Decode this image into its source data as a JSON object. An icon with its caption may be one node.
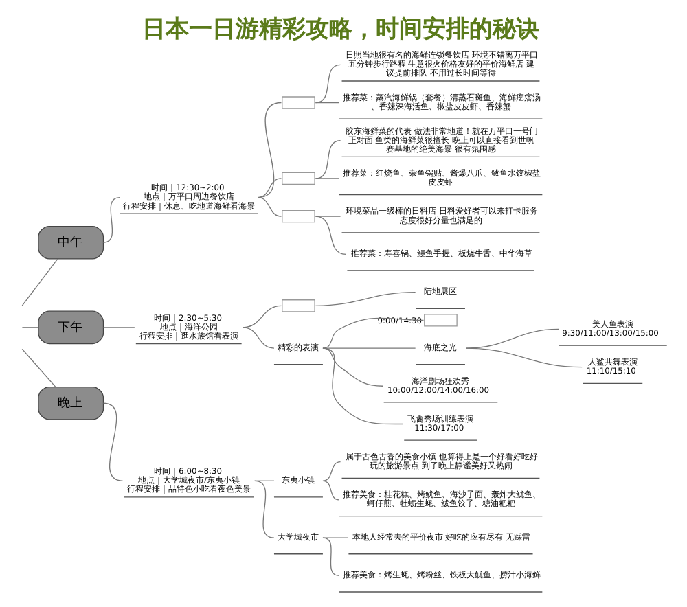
{
  "diagram": {
    "title": "日本一日游精彩攻略，时间安排的秘诀",
    "nodes": [
      {
        "text": [
          "中午"
        ]
      },
      {
        "text": [
          "时间｜12:30~2:00",
          "地点｜万平口周边餐饮店",
          "行程安排｜休息、吃地道海鲜看海景"
        ]
      },
      {
        "text": [],
        "shape": "box"
      },
      {
        "text": [
          "日照当地很有名的海鲜连锁餐饮店 环境不错离万平口五分钟步行路程 生意很火价格友好的平价海鲜店 建议提前排队 不用过长时间等待"
        ]
      },
      {
        "text": [
          "推荐菜：蒸汽海鲜锅（套餐）清蒸石斑鱼、海鲜疙瘩汤、香辣深海活鱼、椒盐皮皮虾、香辣蟹"
        ]
      },
      {
        "text": [],
        "shape": "box"
      },
      {
        "text": [
          "胶东海鲜菜的代表 做法非常地道！就在万平口一号门正对面 鱼类的海鲜菜很擅长 晚上可以直接看到世帆赛基地的绝美海景 很有氛围感"
        ]
      },
      {
        "text": [
          "推荐菜：红烧鱼、杂鱼锅贴、酱爆八爪、鲅鱼水饺椒盐皮皮虾"
        ]
      },
      {
        "text": [],
        "shape": "box"
      },
      {
        "text": [
          "环境菜品一级棒的日料店 日料爱好者可以来打卡服务态度很好分量也满足的"
        ]
      },
      {
        "text": [
          "推荐菜：寿喜锅、鳗鱼手握、板烧牛舌、中华海草"
        ]
      },
      {
        "text": [
          "下午"
        ]
      },
      {
        "text": [
          "时间｜2:30~5:30",
          "地点｜海洋公园",
          "行程安排｜逛水族馆看表演"
        ]
      },
      {
        "text": [],
        "shape": "box"
      },
      {
        "text": [
          "陆地展区"
        ]
      },
      {
        "text": [
          "精彩的表演"
        ]
      },
      {
        "text": [],
        "shape": "box",
        "beside": [
          "9:00/14:30"
        ]
      },
      {
        "text": [
          "海底之光"
        ]
      },
      {
        "text": [
          "美人鱼表演",
          "9:30/11:00/13:00/15:00"
        ]
      },
      {
        "text": [
          "人鲨共舞表演",
          "11:10/15:10"
        ]
      },
      {
        "text": [
          "海洋剧场狂欢秀",
          "10:00/12:00/14:00/16:00"
        ]
      },
      {
        "text": [
          "飞禽秀场训练表演",
          "11:30/17:00"
        ]
      },
      {
        "text": [
          "晚上"
        ]
      },
      {
        "text": [
          "时间｜6:00~8:30",
          "地点｜大学城夜市/东夷小镇",
          "行程安排｜品特色小吃看夜色美景"
        ]
      },
      {
        "text": [
          "东夷小镇"
        ]
      },
      {
        "text": [
          "属于古色古香的美食小镇 也算得上是一个好看好吃好玩的旅游景点 到了晚上静谧美好又热闹"
        ]
      },
      {
        "text": [
          "推荐美食：桂花糕、烤鱿鱼、海沙子面、轰炸大鱿鱼、蚵仔煎、牡蛎生蚝、鲅鱼饺子、糖油粑粑"
        ]
      },
      {
        "text": [
          "大学城夜市"
        ]
      },
      {
        "text": [
          "本地人经常去的平价夜市 好吃的应有尽有 无踩雷"
        ]
      },
      {
        "text": [
          "推荐美食：烤生蚝、烤粉丝、铁板大鱿鱼、捞汁小海鲜"
        ]
      }
    ],
    "edges": [
      {
        "from": null,
        "to": 0,
        "arrow": "none"
      },
      {
        "from": 0,
        "to": 1,
        "arrow": "none"
      },
      {
        "from": 1,
        "to": 2,
        "arrow": "none"
      },
      {
        "from": 2,
        "to": 3,
        "arrow": "none"
      },
      {
        "from": 2,
        "to": 4,
        "arrow": "none"
      },
      {
        "from": 1,
        "to": 5,
        "arrow": "none"
      },
      {
        "from": 5,
        "to": 6,
        "arrow": "none"
      },
      {
        "from": 5,
        "to": 7,
        "arrow": "none"
      },
      {
        "from": 1,
        "to": 8,
        "arrow": "none"
      },
      {
        "from": 8,
        "to": 9,
        "arrow": "none"
      },
      {
        "from": 8,
        "to": 10,
        "arrow": "none"
      },
      {
        "from": null,
        "to": 11,
        "arrow": "none"
      },
      {
        "from": 11,
        "to": 12,
        "arrow": "none"
      },
      {
        "from": 12,
        "to": 13,
        "arrow": "none"
      },
      {
        "from": 13,
        "to": 14,
        "arrow": "none"
      },
      {
        "from": 12,
        "to": 15,
        "arrow": "none"
      },
      {
        "from": 15,
        "to": 16,
        "arrow": "none"
      },
      {
        "from": 15,
        "to": 17,
        "arrow": "none"
      },
      {
        "from": 17,
        "to": 18,
        "arrow": "none"
      },
      {
        "from": 17,
        "to": 19,
        "arrow": "none"
      },
      {
        "from": 15,
        "to": 20,
        "arrow": "none"
      },
      {
        "from": 15,
        "to": 21,
        "arrow": "none"
      },
      {
        "from": null,
        "to": 22,
        "arrow": "none"
      },
      {
        "from": 22,
        "to": 23,
        "arrow": "none"
      },
      {
        "from": 23,
        "to": 24,
        "arrow": "none"
      },
      {
        "from": 24,
        "to": 25,
        "arrow": "none"
      },
      {
        "from": 24,
        "to": 26,
        "arrow": "none"
      },
      {
        "from": 23,
        "to": 27,
        "arrow": "none"
      },
      {
        "from": 27,
        "to": 28,
        "arrow": "none"
      },
      {
        "from": 27,
        "to": 29,
        "arrow": "none"
      }
    ]
  }
}
